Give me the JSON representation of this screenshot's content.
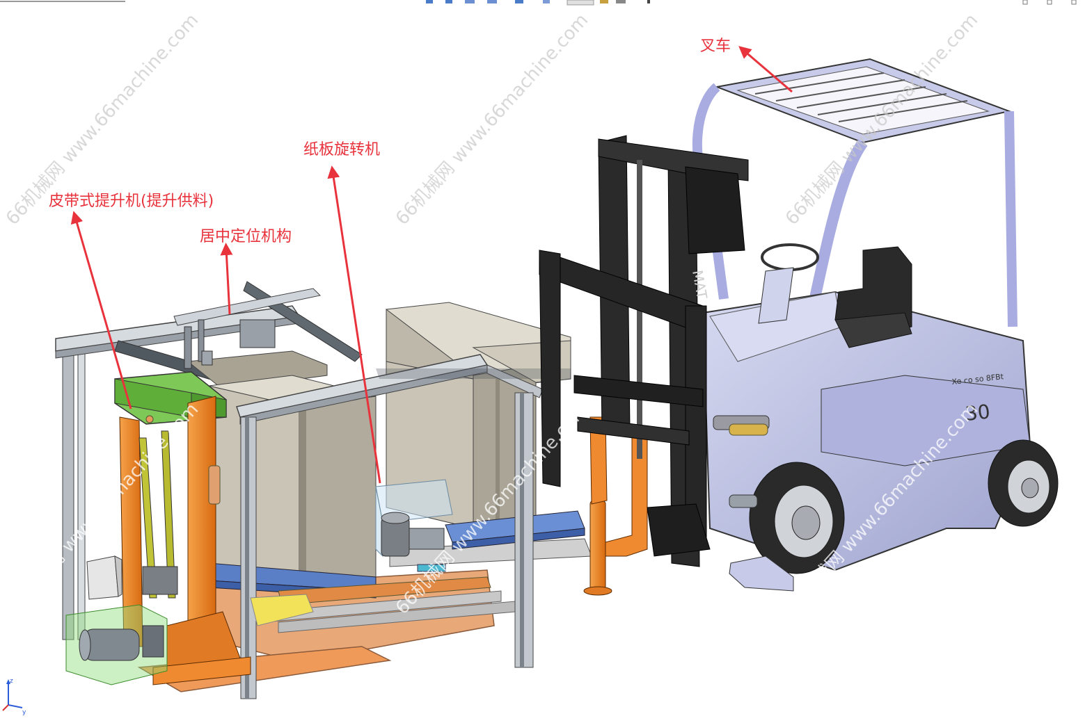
{
  "labels": {
    "forklift": "叉车",
    "board_rotator": "纸板旋转机",
    "belt_lifter": "皮带式提升机(提升供料)",
    "centering_mechanism": "居中定位机构"
  },
  "watermark": {
    "text": "66机械网 www.66machine.com"
  },
  "forklift_plate": {
    "model_text": "Xe co so 8FBt",
    "capacity_number": "30"
  },
  "mast_text": "MAT",
  "axis": {
    "z": "z",
    "y": "y"
  },
  "colors": {
    "annotation": "#e8323c",
    "frame_orange": "#f07d1e",
    "motor_green": "#6abf4b",
    "forklift_body": "#b8bce0",
    "mast_black": "#1e1e1e",
    "box_gray": "#c9c4b6",
    "rail_gray": "#9aa0a8",
    "pallet_blue": "#5b7fc7"
  }
}
